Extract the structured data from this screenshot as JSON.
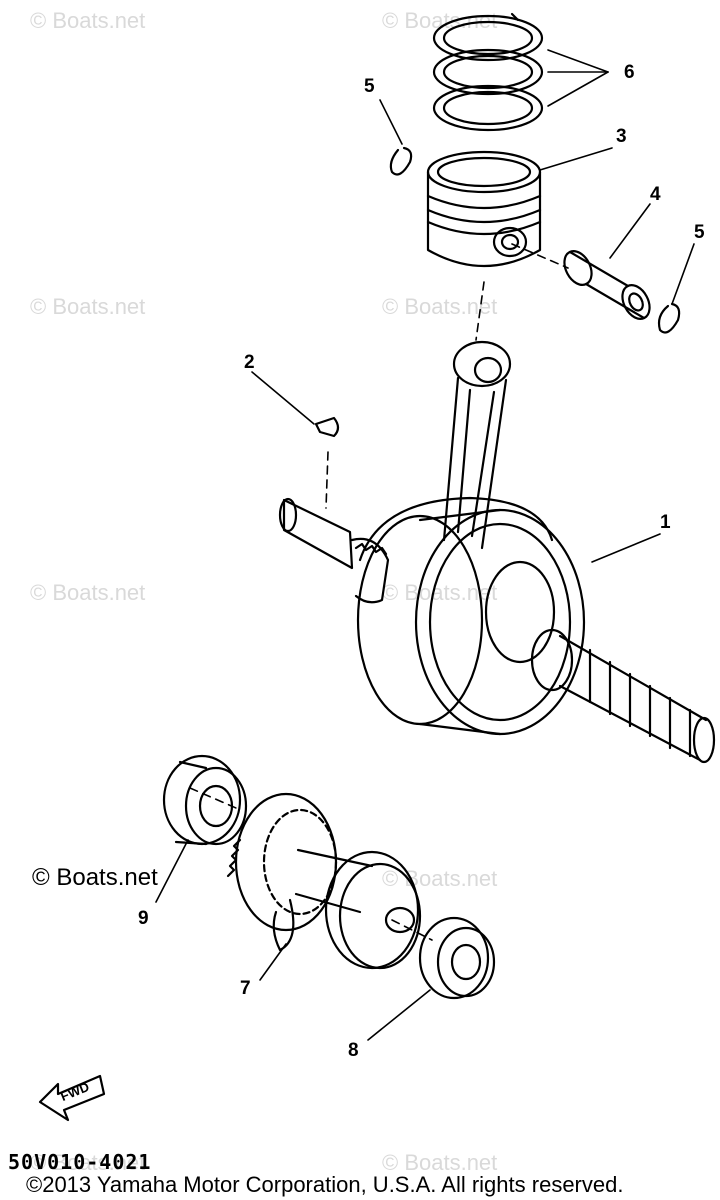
{
  "watermarks": {
    "text": "© Boats.net",
    "strong_text": "© Boats.net"
  },
  "callouts": {
    "c1": "1",
    "c2": "2",
    "c3": "3",
    "c4": "4",
    "c5a": "5",
    "c5b": "5",
    "c6": "6",
    "c7": "7",
    "c8": "8",
    "c9": "9"
  },
  "fwd_label": "FWD",
  "part_code": "50V010-4021",
  "copyright": "©2013 Yamaha Motor Corporation, U.S.A. All rights reserved.",
  "colors": {
    "line": "#000000",
    "watermark": "#d9d9d9",
    "background": "#ffffff"
  }
}
